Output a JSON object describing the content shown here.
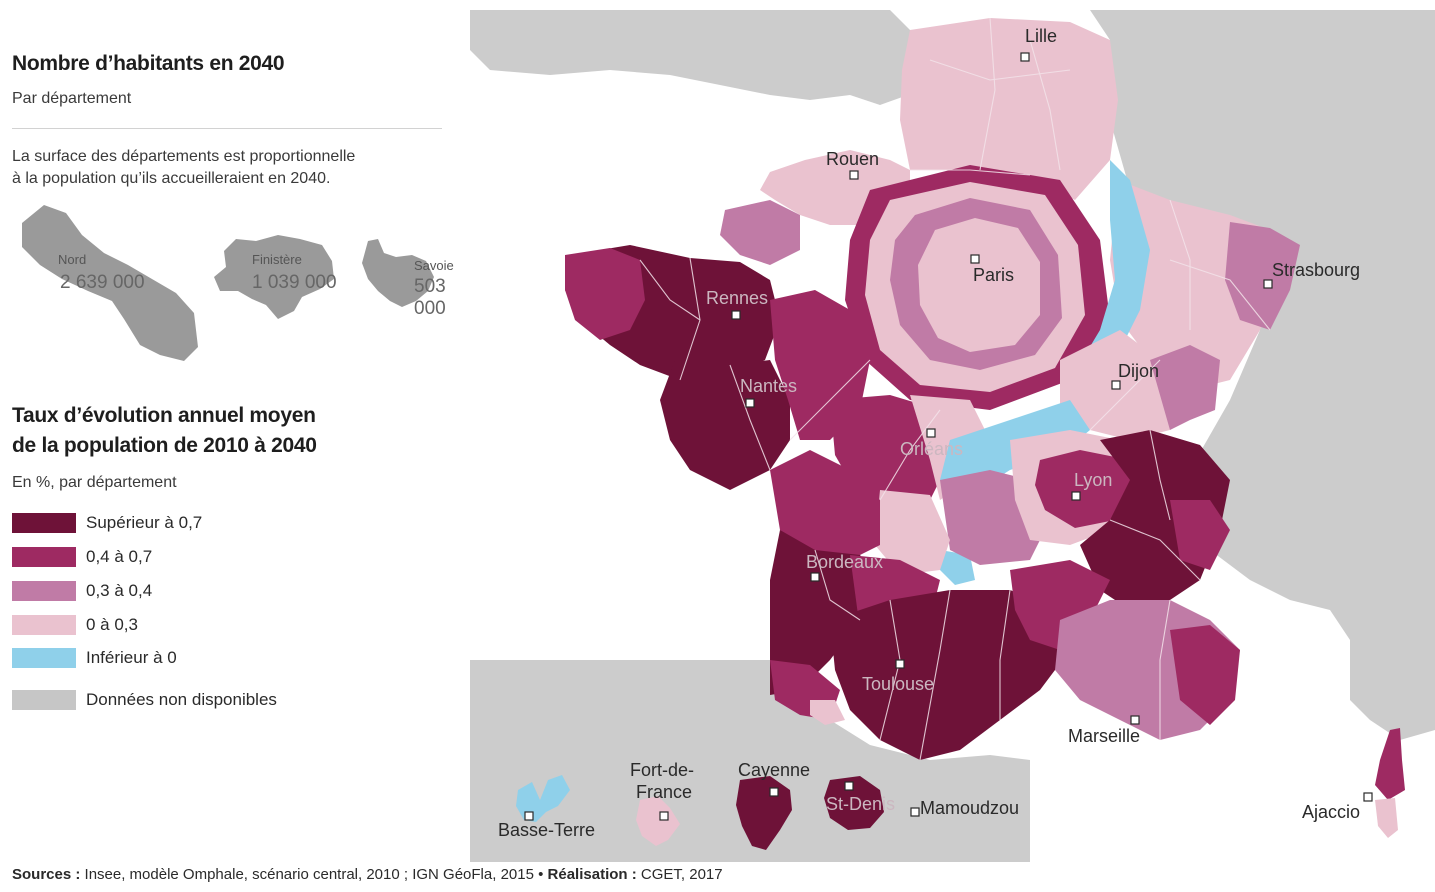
{
  "header": {
    "title": "Nombre d’habitants en 2040",
    "subtitle": "Par département",
    "description_line1": "La surface des départements est proportionnelle",
    "description_line2": "à la population qu’ils accueilleraient en 2040."
  },
  "examples": [
    {
      "name": "Nord",
      "value": "2 639 000"
    },
    {
      "name": "Finistère",
      "value": "1 039 000"
    },
    {
      "name": "Savoie",
      "value": "503 000"
    }
  ],
  "legend": {
    "title_line1": "Taux d’évolution annuel moyen",
    "title_line2": "de la population de 2010 à 2040",
    "unit": "En %, par département",
    "items": [
      {
        "label": "Supérieur à 0,7",
        "color": "#6e1238"
      },
      {
        "label": "0,4 à 0,7",
        "color": "#9e2a62"
      },
      {
        "label": "0,3 à 0,4",
        "color": "#c07ba6"
      },
      {
        "label": "0 à 0,3",
        "color": "#eac2cf"
      },
      {
        "label": "Inférieur à 0",
        "color": "#8fd0ea"
      },
      {
        "label": "Données non disponibles",
        "color": "#c6c6c6"
      }
    ]
  },
  "colors": {
    "neighbor_land": "#cccccc",
    "sea": "#ffffff",
    "border_line": "#f3e3ea"
  },
  "cities": {
    "lille": "Lille",
    "rouen": "Rouen",
    "paris": "Paris",
    "strasbourg": "Strasbourg",
    "rennes": "Rennes",
    "nantes": "Nantes",
    "dijon": "Dijon",
    "orleans": "Orléans",
    "lyon": "Lyon",
    "bordeaux": "Bordeaux",
    "toulouse": "Toulouse",
    "marseille": "Marseille",
    "ajaccio": "Ajaccio",
    "basse_terre": "Basse-Terre",
    "fort_de_france_1": "Fort-de-",
    "fort_de_france_2": "France",
    "cayenne": "Cayenne",
    "st_denis": "St-Denis",
    "mamoudzou": "Mamoudzou"
  },
  "footer": {
    "sources_label": "Sources :",
    "sources_text": " Insee, modèle Omphale, scénario central, 2010 ; IGN GéoFla, 2015 • ",
    "realisation_label": "Réalisation :",
    "realisation_text": " CGET, 2017"
  }
}
